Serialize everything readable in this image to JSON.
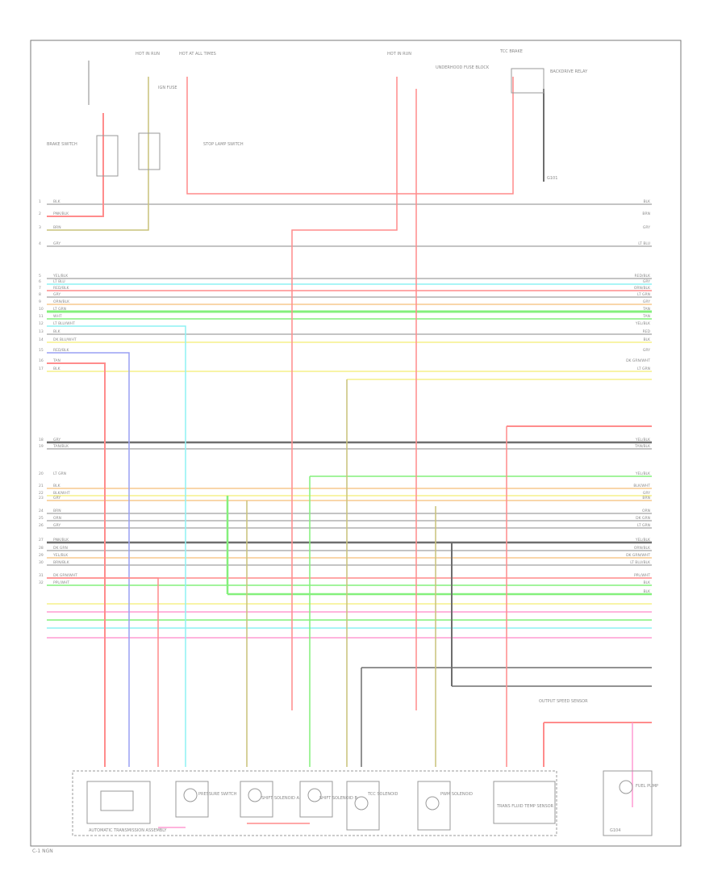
{
  "diagram": {
    "footer_code": "C-1 NGN",
    "top_labels": {
      "hot_in_run": "HOT IN RUN",
      "hot_at_all_times": "HOT AT ALL TIMES",
      "underhood_fuse_block": "UNDERHOOD FUSE BLOCK",
      "tcc_brake": "TCC BRAKE",
      "backdrive_relay": "BACKDRIVE RELAY",
      "brake_switch": "BRAKE SWITCH",
      "ign_fuse": "IGN FUSE",
      "stop_lamp_switch": "STOP LAMP SWITCH",
      "g101": "G101"
    },
    "bottom_labels": {
      "auto_trans_assembly": "AUTOMATIC TRANSMISSION ASSEMBLY",
      "pressure_switch": "PRESSURE SWITCH",
      "solenoid_a": "SHIFT SOLENOID A",
      "solenoid_b": "SHIFT SOLENOID B",
      "tcc_solenoid": "TCC SOLENOID",
      "pwm_solenoid": "PWM SOLENOID",
      "temp_sensor": "TRANS FLUID TEMP SENSOR",
      "speed_sensor": "OUTPUT SPEED SENSOR",
      "fuel_pump": "FUEL PUMP",
      "g104": "G104"
    },
    "left_connector_pins": [
      "1",
      "2",
      "3",
      "4",
      "5",
      "6",
      "7",
      "8",
      "9",
      "10",
      "11",
      "12",
      "13",
      "14",
      "15",
      "16",
      "17",
      "18",
      "19",
      "20",
      "21",
      "22",
      "23",
      "24",
      "25",
      "26",
      "27",
      "28",
      "29",
      "30",
      "31",
      "32"
    ],
    "wire_colors_left": [
      "BLK",
      "PNK/BLK",
      "BRN",
      "GRY",
      "YEL/BLK",
      "LT BLU",
      "RED/BLK",
      "GRY",
      "ORN/BLK",
      "LT GRN",
      "WHT",
      "LT BLU/WHT",
      "BLK",
      "DK BLU/WHT",
      "RED/BLK",
      "TAN",
      "BLK",
      "GRY",
      "TAN/BLK",
      "LT GRN",
      "BLK",
      "BLK/WHT",
      "GRY",
      "BRN",
      "ORN",
      "GRY",
      "PNK/BLK",
      "DK GRN",
      "YEL/BLK",
      "BRN/BLK",
      "DK GRN/WHT",
      "PPL/WHT"
    ],
    "wire_colors_right": [
      "BLK",
      "BRN",
      "GRY",
      "LT BLU",
      "RED/BLK",
      "GRY",
      "ORN/BLK",
      "LT GRN",
      "GRY",
      "TAN",
      "TAN",
      "YEL/BLK",
      "RED",
      "BLK",
      "GRY",
      "DK GRN/WHT",
      "LT GRN",
      "YEL/BLK",
      "TAN/BLK",
      "YEL/BLK",
      "BLK/WHT",
      "GRY",
      "BRN",
      "ORN",
      "DK GRN",
      "LT GRN",
      "YEL/BLK",
      "ORN/BLK",
      "DK GRN/WHT",
      "LT BLU/BLK",
      "PPL/WHT",
      "BLK",
      "BLK"
    ],
    "colors": {
      "red": "#ff8c8c",
      "pink": "#ff9bd2",
      "yellow": "#f6f08a",
      "olive": "#c9c27a",
      "cyan": "#8ef2f4",
      "green": "#84f07c",
      "blue": "#9aa0f4",
      "orange": "#f7c98e",
      "gray": "#b0b0b0",
      "dark": "#6e6e6e",
      "frame": "#7a7a7a"
    }
  }
}
